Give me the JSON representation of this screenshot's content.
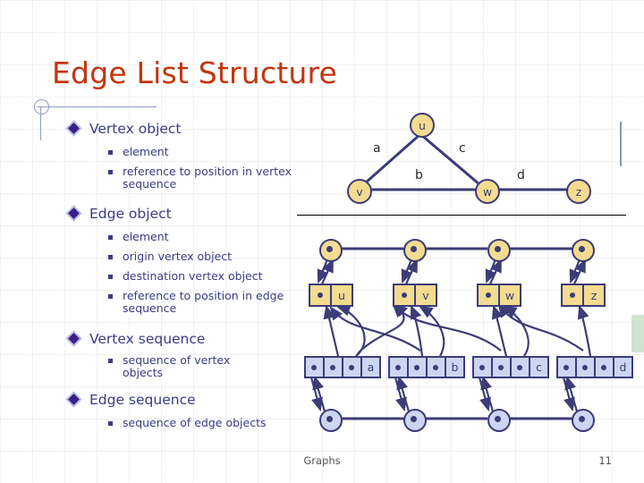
{
  "slide": {
    "title": "Edge List Structure",
    "footer_center": "Graphs",
    "footer_page": "11",
    "accent_title_color": "#c0360f",
    "bullet_text_color": "#3b3b86",
    "vertex_fill_color": "#f3dc90",
    "edge_fill_color": "#ccd6f2",
    "outline_color": "#3c3c77"
  },
  "bullets": [
    {
      "label": "Vertex object",
      "sub": [
        "element",
        "reference to position in vertex sequence"
      ]
    },
    {
      "label": "Edge object",
      "sub": [
        "element",
        "origin vertex object",
        "destination vertex object",
        "reference to position in edge sequence"
      ]
    },
    {
      "label": "Vertex sequence",
      "sub": [
        "sequence of vertex objects"
      ]
    },
    {
      "label": "Edge sequence",
      "sub": [
        "sequence of edge objects"
      ]
    }
  ],
  "graph": {
    "nodes": [
      {
        "id": "u",
        "label": "u"
      },
      {
        "id": "v",
        "label": "v"
      },
      {
        "id": "w",
        "label": "w"
      },
      {
        "id": "z",
        "label": "z"
      }
    ],
    "edges": [
      {
        "id": "a",
        "label": "a",
        "from": "u",
        "to": "v"
      },
      {
        "id": "b",
        "label": "b",
        "from": "v",
        "to": "w"
      },
      {
        "id": "c",
        "label": "c",
        "from": "u",
        "to": "w"
      },
      {
        "id": "d",
        "label": "d",
        "from": "w",
        "to": "z"
      }
    ]
  },
  "structure": {
    "vertex_sequence_nodes": 4,
    "vertex_objects": [
      {
        "label": "u"
      },
      {
        "label": "v"
      },
      {
        "label": "w"
      },
      {
        "label": "z"
      }
    ],
    "edge_objects": [
      {
        "label": "a",
        "origin": "u",
        "destination": "v"
      },
      {
        "label": "b",
        "origin": "v",
        "destination": "w"
      },
      {
        "label": "c",
        "origin": "u",
        "destination": "w"
      },
      {
        "label": "d",
        "origin": "w",
        "destination": "z"
      }
    ],
    "edge_sequence_nodes": 4
  }
}
